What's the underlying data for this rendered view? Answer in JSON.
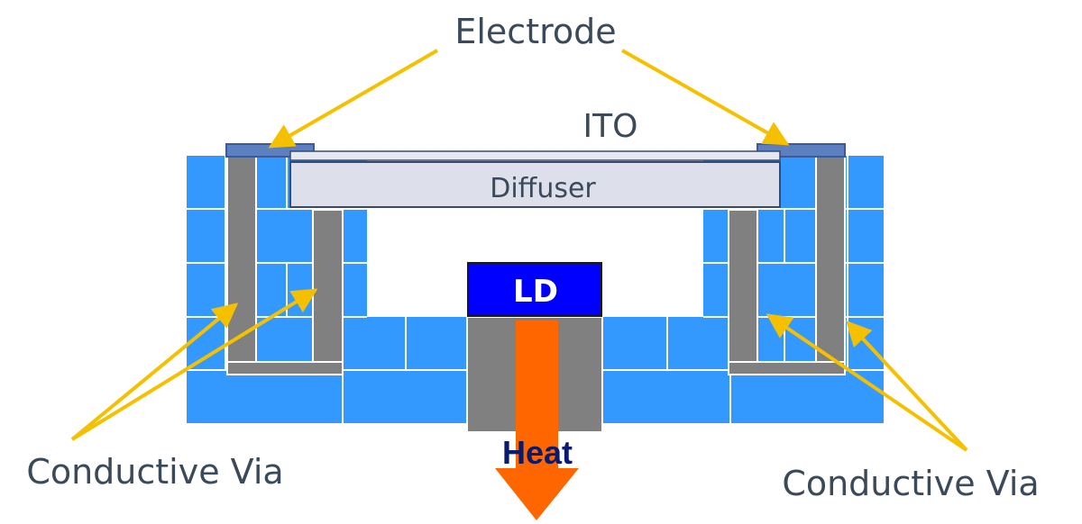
{
  "labels": {
    "electrode": "Electrode",
    "ito": "ITO",
    "diffuser": "Diffuser",
    "ld": "LD",
    "heat": "Heat",
    "via_left": "Conductive Via",
    "via_right": "Conductive Via"
  },
  "colors": {
    "substrate": "#3399ff",
    "grid_line": "#ffffff",
    "via": "#808080",
    "electrode": "#5b7fbf",
    "diffuser": "#dde0ea",
    "ld": "#0000ff",
    "heat_arrow": "#ff6600",
    "pointer": "#f5c000",
    "text": "#3b4a5a",
    "heat_text": "#0a1a6e"
  }
}
